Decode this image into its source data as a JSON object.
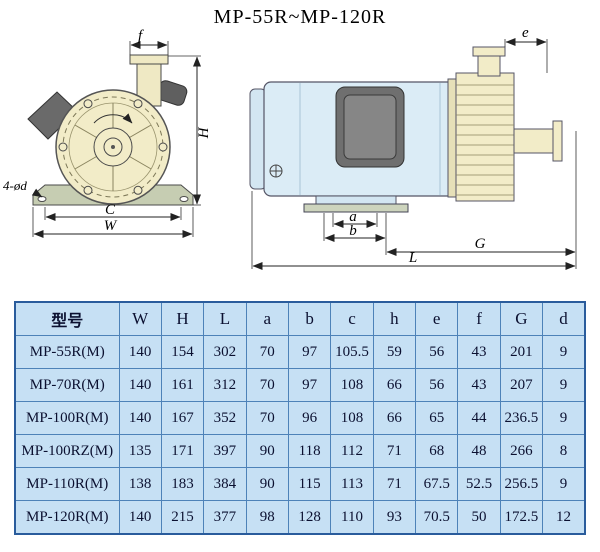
{
  "title": "MP-55R~MP-120R",
  "drawing": {
    "labels": {
      "f": "f",
      "e": "e",
      "H": "H",
      "C": "C",
      "W": "W",
      "a": "a",
      "b": "b",
      "G": "G",
      "L": "L",
      "holes": "4-ød"
    }
  },
  "table": {
    "headers": [
      "型号",
      "W",
      "H",
      "L",
      "a",
      "b",
      "c",
      "h",
      "e",
      "f",
      "G",
      "d"
    ],
    "rows": [
      [
        "MP-55R(M)",
        "140",
        "154",
        "302",
        "70",
        "97",
        "105.5",
        "59",
        "56",
        "43",
        "201",
        "9"
      ],
      [
        "MP-70R(M)",
        "140",
        "161",
        "312",
        "70",
        "97",
        "108",
        "66",
        "56",
        "43",
        "207",
        "9"
      ],
      [
        "MP-100R(M)",
        "140",
        "167",
        "352",
        "70",
        "96",
        "108",
        "66",
        "65",
        "44",
        "236.5",
        "9"
      ],
      [
        "MP-100RZ(M)",
        "135",
        "171",
        "397",
        "90",
        "118",
        "112",
        "71",
        "68",
        "48",
        "266",
        "8"
      ],
      [
        "MP-110R(M)",
        "138",
        "183",
        "384",
        "90",
        "115",
        "113",
        "71",
        "67.5",
        "52.5",
        "256.5",
        "9"
      ],
      [
        "MP-120R(M)",
        "140",
        "215",
        "377",
        "98",
        "128",
        "110",
        "93",
        "70.5",
        "50",
        "172.5",
        "12"
      ]
    ]
  }
}
